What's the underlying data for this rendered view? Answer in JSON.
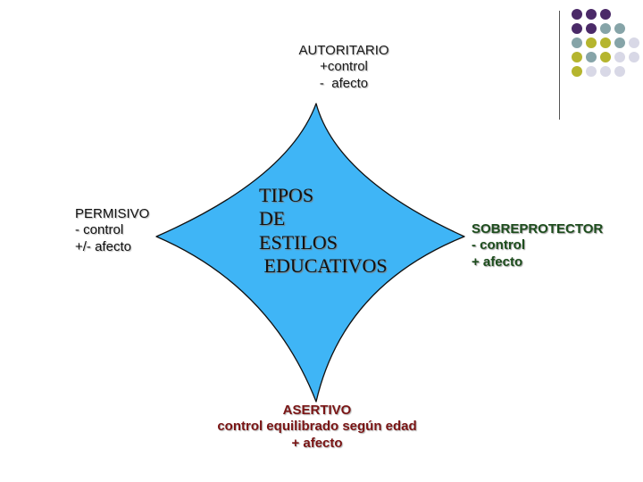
{
  "colors": {
    "star_fill": "#3fb5f6",
    "star_stroke": "#111111",
    "dot_purple": "#4b2a68",
    "dot_teal": "#86a4a8",
    "dot_olive": "#b5b52e",
    "dot_light": "#d8d8e6"
  },
  "decoration": {
    "dot_pattern": [
      [
        "purple",
        "purple",
        "purple",
        null,
        null
      ],
      [
        "purple",
        "purple",
        "teal",
        "teal",
        null
      ],
      [
        "teal",
        "olive",
        "olive",
        "teal",
        "light"
      ],
      [
        "olive",
        "teal",
        "olive",
        "light",
        "light"
      ],
      [
        "olive",
        "light",
        "light",
        "light",
        null
      ]
    ]
  },
  "diagram": {
    "center": {
      "lines": [
        "TIPOS",
        "DE",
        "ESTILOS",
        " EDUCATIVOS"
      ]
    },
    "nodes": {
      "top": {
        "lines": [
          "AUTORITARIO",
          "+control",
          "-  afecto"
        ]
      },
      "left": {
        "lines": [
          "PERMISIVO",
          "- control",
          "+/- afecto"
        ]
      },
      "right": {
        "lines": [
          "SOBREPROTECTOR",
          "- control",
          "+ afecto"
        ]
      },
      "bottom": {
        "lines": [
          "ASERTIVO",
          "control equilibrado según edad",
          "+ afecto"
        ]
      }
    }
  }
}
